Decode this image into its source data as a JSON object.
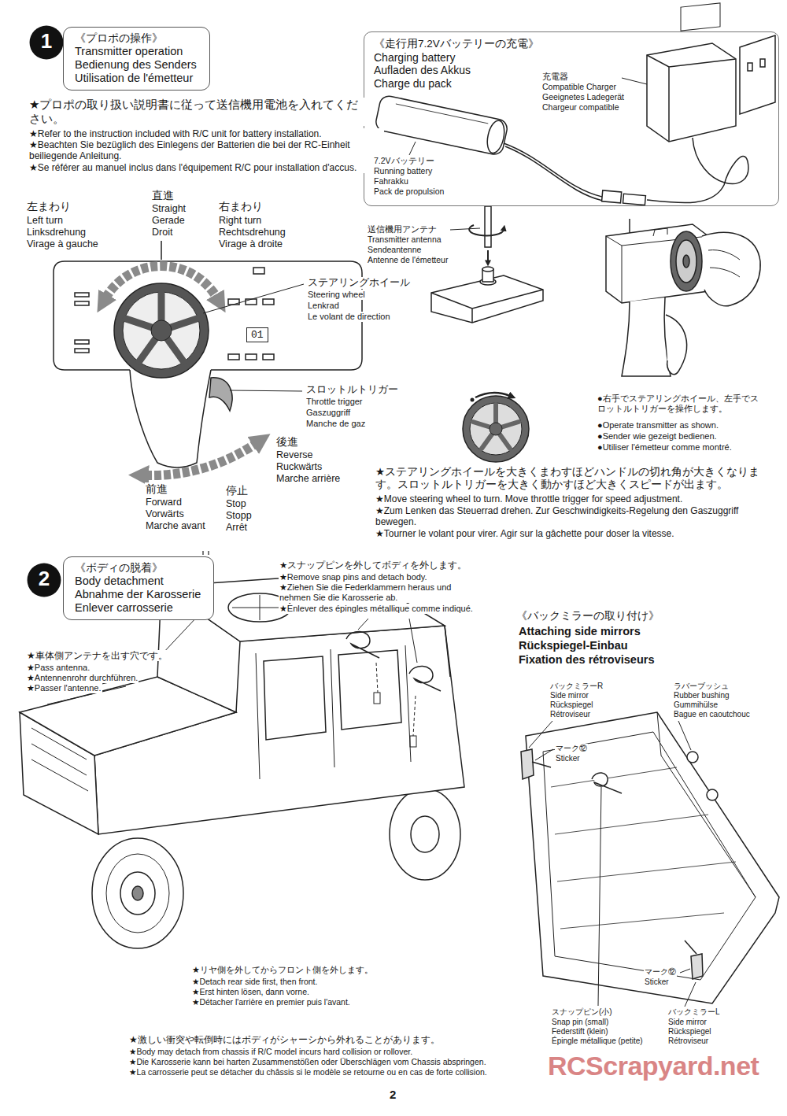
{
  "diagram": {
    "nodes": [
      {
        "text": [
          "1"
        ]
      },
      {
        "text": [
          "《プロポの操作》",
          "Transmitter operation",
          "Bedienung des Senders",
          "Utilisation de l'émetteur"
        ]
      },
      {
        "text": [
          "《走行用7.2Vバッテリーの充電》",
          "Charging battery",
          "Aufladen des Akkus",
          "Charge du pack"
        ]
      },
      {
        "text": [
          "01"
        ]
      },
      {
        "text": [
          "2"
        ]
      },
      {
        "text": [
          "《ボディの脱着》",
          "Body detachment",
          "Abnahme der Karosserie",
          "Enlever carrosserie"
        ]
      }
    ],
    "labels": [
      "★プロポの取り扱い説明書に従って送信機用電池を入れてください。",
      "★Refer to the instruction included with R/C unit for battery installation.",
      "★Beachten Sie bezüglich des Einlegens der Batterien die bei der RC-Einheit beiliegende Anleitung.",
      "★Se référer au manuel inclus dans l'équipement R/C pour installation d'accus.",
      "左まわり",
      "Left turn",
      "Linksdrehung",
      "Virage à gauche",
      "直進",
      "Straight",
      "Gerade",
      "Droit",
      "右まわり",
      "Right turn",
      "Rechtsdrehung",
      "Virage à droite",
      "ステアリングホイール",
      "Steering wheel",
      "Lenkrad",
      "Le volant de direction",
      "スロットルトリガー",
      "Throttle trigger",
      "Gaszuggriff",
      "Manche de gaz",
      "後進",
      "Reverse",
      "Ruckwärts",
      "Marche arrière",
      "前進",
      "Forward",
      "Vorwärts",
      "Marche avant",
      "停止",
      "Stop",
      "Stopp",
      "Arrêt",
      "充電器",
      "Compatible Charger",
      "Geeignetes Ladegerät",
      "Chargeur compatible",
      "7.2Vバッテリー",
      "Running battery",
      "Fahrakku",
      "Pack de propulsion",
      "送信機用アンテナ",
      "Transmitter antenna",
      "Sendeantenne",
      "Antenne de l'émetteur",
      "●右手でステアリングホイール、左手でスロットルトリガーを操作します。",
      "●Operate transmitter as shown.",
      "●Sender wie gezeigt bedienen.",
      "●Utiliser l'émetteur comme montré.",
      "★ステアリングホイールを大きくまわすほどハンドルの切れ角が大きくなります。スロットルトリガーを大きく動かすほど大きくスピードが出ます。",
      "★Move steering wheel to turn. Move throttle trigger for speed adjustment.",
      "★Zum Lenken das Steuerrad drehen. Zur Geschwindigkeits-Regelung den Gaszuggriff bewegen.",
      "★Tourner le volant pour virer. Agir sur la gâchette pour doser la vitesse.",
      "★スナップピンを外してボディを外します。",
      "★Remove snap pins and detach body.",
      "★Ziehen Sie die Federklammern heraus und nehmen Sie die Karosserie ab.",
      "★Enlever des épingles métallique comme indiqué.",
      "★車体側アンテナを出す穴です。",
      "★Pass antenna.",
      "★Antennenrohr durchführen.",
      "★Passer l'antenne.",
      "《バックミラーの取り付け》",
      "Attaching side mirrors",
      "Rückspiegel-Einbau",
      "Fixation des rétroviseurs",
      "バックミラーR",
      "Side mirror",
      "Rückspiegel",
      "Rétroviseur",
      "ラバーブッシュ",
      "Rubber bushing",
      "Gummihülse",
      "Bague en caoutchouc",
      "マーク⑫",
      "Sticker",
      "マーク⑫",
      "Sticker",
      "スナップピン(小)",
      "Snap pin (small)",
      "Federstift (klein)",
      "Épingle métallique (petite)",
      "バックミラーL",
      "Side mirror",
      "Rückspiegel",
      "Rétroviseur",
      "★リヤ側を外してからフロント側を外します。",
      "★Detach rear side first, then front.",
      "★Erst hinten lösen, dann vorne.",
      "★Détacher l'arrière en premier puis l'avant.",
      "★激しい衝突や転倒時にはボディがシャーシから外れることがあります。",
      "★Body may detach from chassis if R/C model incurs hard collision or rollover.",
      "★Die Karosserie kann bei harten Zusammenstößen oder Überschlägen vom Chassis abspringen.",
      "★La carrosserie peut se détacher du châssis si le modèle se retourne ou en cas de forte collision.",
      "2",
      "RCScrapyard.net"
    ]
  }
}
